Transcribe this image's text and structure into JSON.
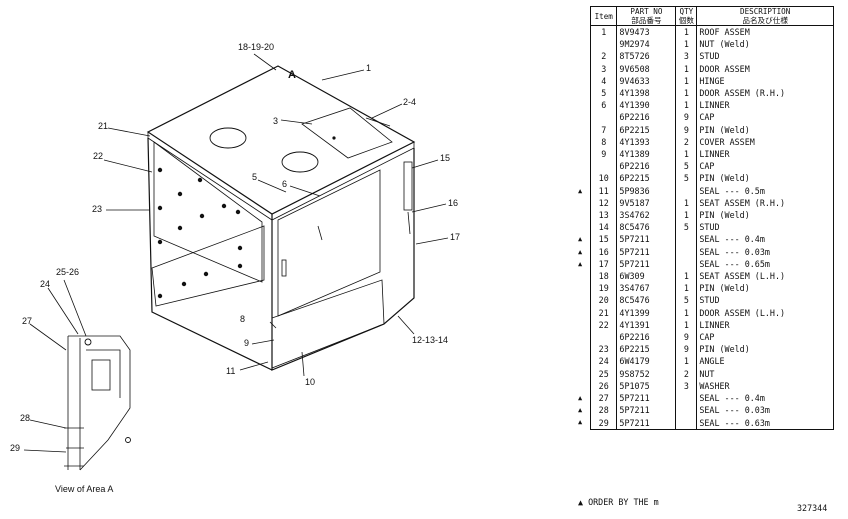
{
  "table": {
    "headers": {
      "item": "Item",
      "part_no": "PART NO",
      "part_no_sub": "部品番号",
      "qty": "QTY",
      "qty_sub": "個数",
      "description": "DESCRIPTION",
      "description_sub": "品名及び仕様"
    },
    "rows": [
      {
        "item": "1",
        "part": "8V9473",
        "qty": "1",
        "desc": "ROOF ASSEM",
        "mark": ""
      },
      {
        "item": "",
        "part": "9M2974",
        "qty": "1",
        "desc": "NUT (Weld)",
        "mark": ""
      },
      {
        "item": "2",
        "part": "8T5726",
        "qty": "3",
        "desc": "STUD",
        "mark": ""
      },
      {
        "item": "3",
        "part": "9V6508",
        "qty": "1",
        "desc": "DOOR ASSEM",
        "mark": ""
      },
      {
        "item": "4",
        "part": "9V4633",
        "qty": "1",
        "desc": "HINGE",
        "mark": ""
      },
      {
        "item": "5",
        "part": "4Y1398",
        "qty": "1",
        "desc": "DOOR ASSEM (R.H.)",
        "mark": ""
      },
      {
        "item": "6",
        "part": "4Y1390",
        "qty": "1",
        "desc": "LINNER",
        "mark": ""
      },
      {
        "item": "",
        "part": "6P2216",
        "qty": "9",
        "desc": "CAP",
        "mark": ""
      },
      {
        "item": "7",
        "part": "6P2215",
        "qty": "9",
        "desc": "PIN (Weld)",
        "mark": ""
      },
      {
        "item": "8",
        "part": "4Y1393",
        "qty": "2",
        "desc": "COVER ASSEM",
        "mark": ""
      },
      {
        "item": "9",
        "part": "4Y1389",
        "qty": "1",
        "desc": "LINNER",
        "mark": ""
      },
      {
        "item": "",
        "part": "6P2216",
        "qty": "5",
        "desc": "CAP",
        "mark": ""
      },
      {
        "item": "10",
        "part": "6P2215",
        "qty": "5",
        "desc": "PIN (Weld)",
        "mark": ""
      },
      {
        "item": "11",
        "part": "5P9836",
        "qty": "",
        "desc": "SEAL --- 0.5m",
        "mark": "▲"
      },
      {
        "item": "12",
        "part": "9V5187",
        "qty": "1",
        "desc": "SEAT ASSEM (R.H.)",
        "mark": ""
      },
      {
        "item": "13",
        "part": "3S4762",
        "qty": "1",
        "desc": "PIN (Weld)",
        "mark": ""
      },
      {
        "item": "14",
        "part": "8C5476",
        "qty": "5",
        "desc": "STUD",
        "mark": ""
      },
      {
        "item": "15",
        "part": "5P7211",
        "qty": "",
        "desc": "SEAL --- 0.4m",
        "mark": "▲"
      },
      {
        "item": "16",
        "part": "5P7211",
        "qty": "",
        "desc": "SEAL --- 0.03m",
        "mark": "▲"
      },
      {
        "item": "17",
        "part": "5P7211",
        "qty": "",
        "desc": "SEAL --- 0.65m",
        "mark": "▲"
      },
      {
        "item": "18",
        "part": "6W309",
        "qty": "1",
        "desc": "SEAT ASSEM (L.H.)",
        "mark": ""
      },
      {
        "item": "19",
        "part": "3S4767",
        "qty": "1",
        "desc": "PIN (Weld)",
        "mark": ""
      },
      {
        "item": "20",
        "part": "8C5476",
        "qty": "5",
        "desc": "STUD",
        "mark": ""
      },
      {
        "item": "21",
        "part": "4Y1399",
        "qty": "1",
        "desc": "DOOR ASSEM (L.H.)",
        "mark": ""
      },
      {
        "item": "22",
        "part": "4Y1391",
        "qty": "1",
        "desc": "LINNER",
        "mark": ""
      },
      {
        "item": "",
        "part": "6P2216",
        "qty": "9",
        "desc": "CAP",
        "mark": ""
      },
      {
        "item": "23",
        "part": "6P2215",
        "qty": "9",
        "desc": "PIN (Weld)",
        "mark": ""
      },
      {
        "item": "24",
        "part": "6W4179",
        "qty": "1",
        "desc": "ANGLE",
        "mark": ""
      },
      {
        "item": "25",
        "part": "9S8752",
        "qty": "2",
        "desc": "NUT",
        "mark": ""
      },
      {
        "item": "26",
        "part": "5P1075",
        "qty": "3",
        "desc": "WASHER",
        "mark": ""
      },
      {
        "item": "27",
        "part": "5P7211",
        "qty": "",
        "desc": "SEAL --- 0.4m",
        "mark": "▲"
      },
      {
        "item": "28",
        "part": "5P7211",
        "qty": "",
        "desc": "SEAL --- 0.03m",
        "mark": "▲"
      },
      {
        "item": "29",
        "part": "5P7211",
        "qty": "",
        "desc": "SEAL --- 0.63m",
        "mark": "▲"
      }
    ]
  },
  "footnote": "▲ ORDER BY THE m",
  "figure_number": "327344",
  "drawing": {
    "view_label": "View of Area A",
    "area_marker": "A",
    "callouts": {
      "c1": "1",
      "c2": "2-4",
      "c3": "3",
      "c5": "5",
      "c6": "6",
      "c8": "8",
      "c9": "9",
      "c10": "10",
      "c11": "11",
      "c12": "12-13-14",
      "c15": "15",
      "c16": "16",
      "c17": "17",
      "c18": "18-19-20",
      "c21": "21",
      "c22": "22",
      "c23": "23",
      "c24": "24",
      "c25": "25-26",
      "c27": "27",
      "c28": "28",
      "c29": "29"
    }
  }
}
